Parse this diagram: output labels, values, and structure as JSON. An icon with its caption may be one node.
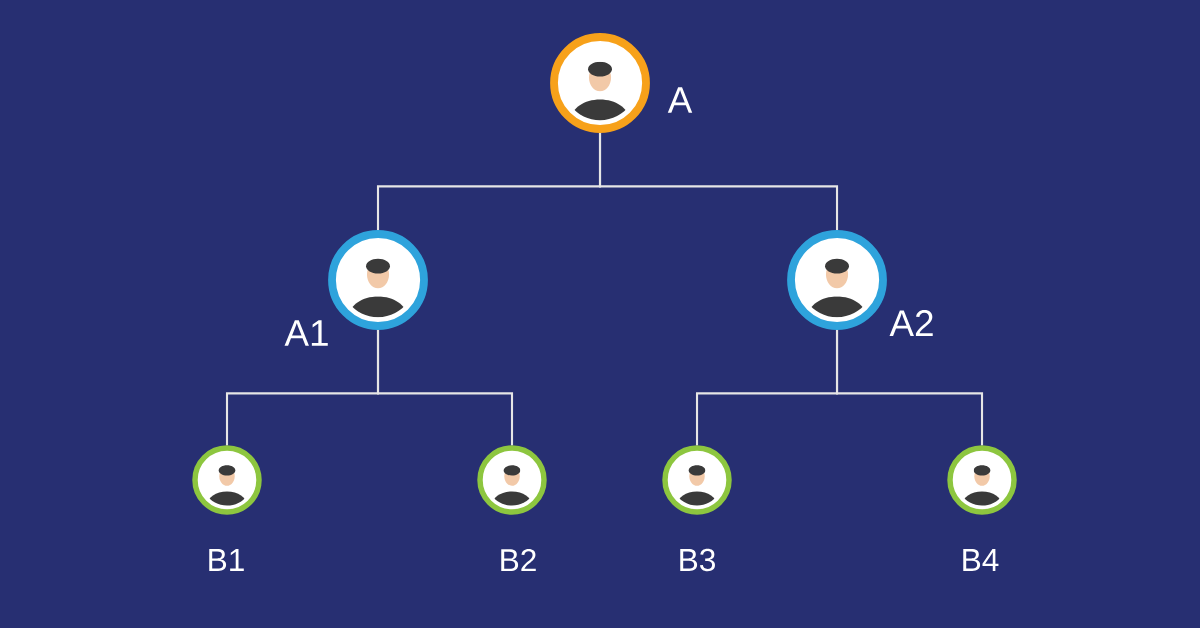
{
  "diagram": {
    "nodes": [
      {
        "text": [
          "A"
        ]
      },
      {
        "text": [
          "A1"
        ]
      },
      {
        "text": [
          "A2"
        ]
      },
      {
        "text": [
          "B1"
        ]
      },
      {
        "text": [
          "B2"
        ]
      },
      {
        "text": [
          "B3"
        ]
      },
      {
        "text": [
          "B4"
        ]
      }
    ],
    "edges": [
      {
        "from": 0,
        "to": 1,
        "arrow": "none"
      },
      {
        "from": 0,
        "to": 2,
        "arrow": "none"
      },
      {
        "from": 1,
        "to": 3,
        "arrow": "none"
      },
      {
        "from": 1,
        "to": 4,
        "arrow": "none"
      },
      {
        "from": 2,
        "to": 5,
        "arrow": "none"
      },
      {
        "from": 2,
        "to": 6,
        "arrow": "none"
      }
    ]
  }
}
